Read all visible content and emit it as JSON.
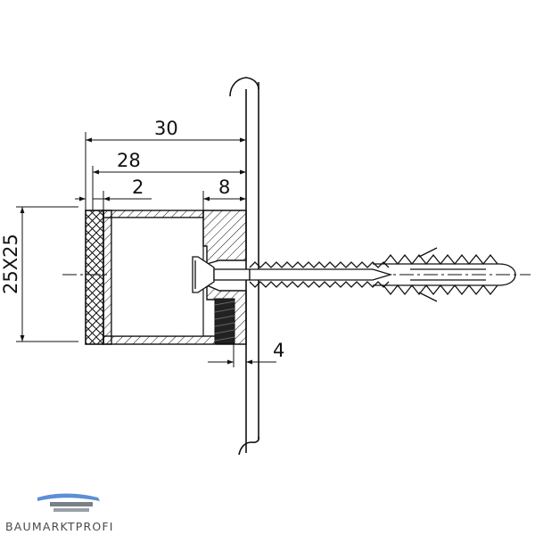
{
  "dimensions": {
    "width_total": "30",
    "width_profile": "28",
    "wall_thickness": "2",
    "insert_depth": "8",
    "gap": "4",
    "cross_section": "25X25"
  },
  "logo": {
    "text": "BAUMARKTPROFI",
    "colors": {
      "roof": "#5b8fd6",
      "text": "#4a4a4a"
    }
  }
}
